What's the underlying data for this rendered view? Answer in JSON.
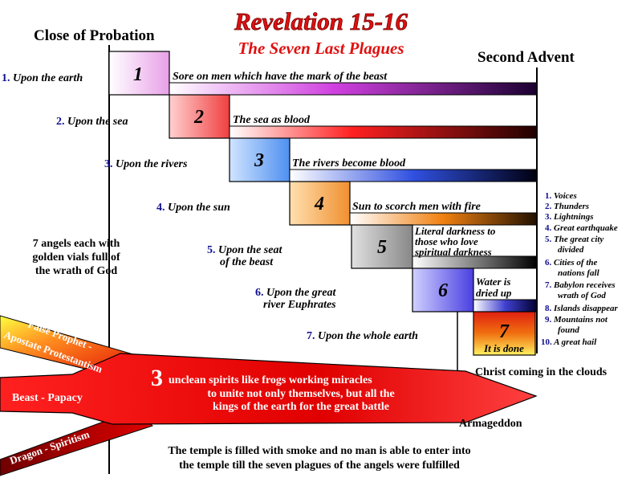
{
  "title": "Revelation 15-16",
  "subtitle": "The Seven Last Plagues",
  "left_header": "Close of Probation",
  "right_header": "Second Advent",
  "plagues": [
    {
      "index": "1.",
      "target": "Upon the earth",
      "box": "1",
      "description": [
        "Sore on men which have the mark of the beast"
      ],
      "color": "#f2b8ee"
    },
    {
      "index": "2.",
      "target": "Upon the sea",
      "box": "2",
      "description": [
        "The sea as blood"
      ],
      "color": "#f25a5a"
    },
    {
      "index": "3.",
      "target": "Upon the rivers",
      "box": "3",
      "description": [
        "The rivers become blood"
      ],
      "color": "#7fb0f5"
    },
    {
      "index": "4.",
      "target": "Upon the sun",
      "box": "4",
      "description": [
        "Sun to scorch men with fire"
      ],
      "color": "#f5b56a"
    },
    {
      "index": "5.",
      "target": "Upon the seat",
      "target2": "of the beast",
      "box": "5",
      "description": [
        "Literal darkness to",
        "those who love",
        "spiritual darkness"
      ],
      "color": "#a8a8a8"
    },
    {
      "index": "6.",
      "target": "Upon the great",
      "target2": "river Euphrates",
      "box": "6",
      "description": [
        "Water is",
        "dried up"
      ],
      "color": "#7a6ff0"
    },
    {
      "index": "7.",
      "target": "Upon the whole earth",
      "box": "7",
      "description": [
        "It is done"
      ],
      "color": "#f08020"
    }
  ],
  "seventh_plague_events": [
    {
      "n": "1.",
      "text": [
        "Voices"
      ]
    },
    {
      "n": "2.",
      "text": [
        "Thunders"
      ]
    },
    {
      "n": "3.",
      "text": [
        "Lightnings"
      ]
    },
    {
      "n": "4.",
      "text": [
        "Great earthquake"
      ]
    },
    {
      "n": "5.",
      "text": [
        "The great city",
        "divided"
      ]
    },
    {
      "n": "6.",
      "text": [
        "Cities of the",
        "nations fall"
      ]
    },
    {
      "n": "7.",
      "text": [
        "Babylon receives",
        "wrath of God"
      ]
    },
    {
      "n": "8.",
      "text": [
        "Islands disappear"
      ]
    },
    {
      "n": "9.",
      "text": [
        "Mountains not",
        "found"
      ]
    },
    {
      "n": "10.",
      "text": [
        "A great hail"
      ]
    }
  ],
  "angels_note": [
    "7 angels each with",
    "golden vials full of",
    "the wrath of God"
  ],
  "spirits": {
    "big_number": "3",
    "lines": [
      "unclean spirits like frogs working miracles",
      "to unite not only themselves, but all the",
      "kings of the earth for the great battle"
    ],
    "branch_top": [
      "False Prophet -",
      "Apostate Protestantism"
    ],
    "branch_middle": "Beast - Papacy",
    "branch_bottom": "Dragon - Spiritism"
  },
  "christ_coming": "Christ coming in the clouds",
  "armageddon": "Armageddon",
  "temple_note": [
    "The temple is filled with smoke and no man is able to enter into",
    "the temple till the seven plagues of the angels were fulfilled"
  ],
  "colors": {
    "title": "#e01010",
    "index": "#101090",
    "arrow": "#e00000",
    "bar_end": "#000000"
  }
}
